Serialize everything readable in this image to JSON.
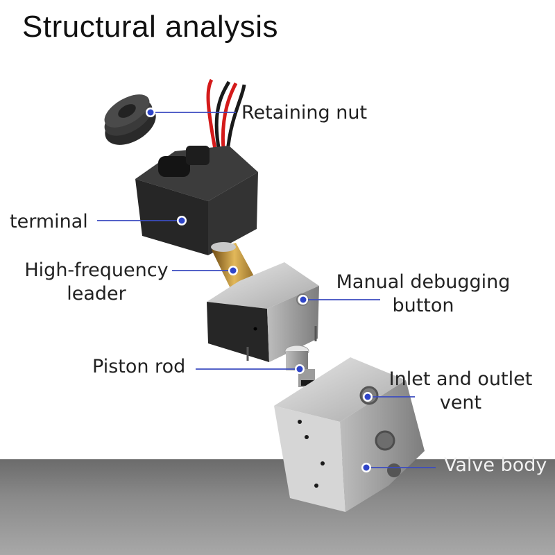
{
  "title": "Structural analysis",
  "labels": {
    "retaining_nut": "Retaining nut",
    "terminal": "terminal",
    "high_frequency_line1": "High-frequency",
    "high_frequency_line2": "leader",
    "manual_line1": "Manual debugging",
    "manual_line2": "button",
    "piston_rod": "Piston rod",
    "inlet_line1": "Inlet and outlet",
    "inlet_line2": "vent",
    "valve_body": "Valve body"
  },
  "colors": {
    "leader_line": "#3b4cc0",
    "marker": "#2f45c8",
    "text": "#222222"
  }
}
